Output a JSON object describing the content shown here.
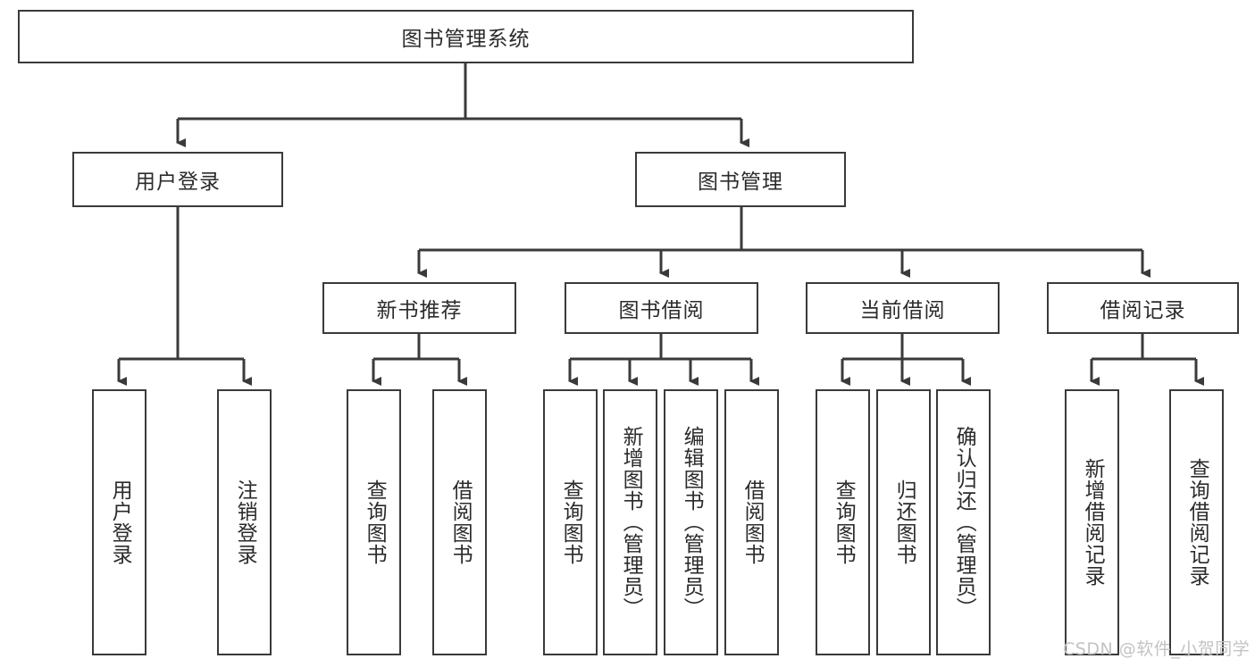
{
  "diagram": {
    "type": "tree-hierarchy-flowchart",
    "root": {
      "id": "root",
      "label": "图书管理系统"
    },
    "level2": [
      {
        "id": "user-login",
        "label": "用户登录"
      },
      {
        "id": "book-manage",
        "label": "图书管理"
      }
    ],
    "level3": [
      {
        "id": "new-book-rec",
        "label": "新书推荐"
      },
      {
        "id": "book-borrow",
        "label": "图书借阅"
      },
      {
        "id": "current-borrow",
        "label": "当前借阅"
      },
      {
        "id": "borrow-record",
        "label": "借阅记录"
      }
    ],
    "leaves": [
      {
        "id": "leaf-user-login",
        "label": "用户登录",
        "parent": "user-login"
      },
      {
        "id": "leaf-user-logout",
        "label": "注销登录",
        "parent": "user-login"
      },
      {
        "id": "leaf-query-book-1",
        "label": "查询图书",
        "parent": "new-book-rec"
      },
      {
        "id": "leaf-borrow-book-1",
        "label": "借阅图书",
        "parent": "new-book-rec"
      },
      {
        "id": "leaf-query-book-2",
        "label": "查询图书",
        "parent": "book-borrow"
      },
      {
        "id": "leaf-add-book",
        "label": "新增图书（管理员）",
        "parent": "book-borrow"
      },
      {
        "id": "leaf-edit-book",
        "label": "编辑图书（管理员）",
        "parent": "book-borrow"
      },
      {
        "id": "leaf-borrow-book-2",
        "label": "借阅图书",
        "parent": "book-borrow"
      },
      {
        "id": "leaf-query-book-3",
        "label": "查询图书",
        "parent": "current-borrow"
      },
      {
        "id": "leaf-return-book",
        "label": "归还图书",
        "parent": "current-borrow"
      },
      {
        "id": "leaf-confirm-return",
        "label": "确认归还（管理员）",
        "parent": "current-borrow"
      },
      {
        "id": "leaf-add-record",
        "label": "新增借阅记录",
        "parent": "borrow-record"
      },
      {
        "id": "leaf-query-record",
        "label": "查询借阅记录",
        "parent": "borrow-record"
      }
    ]
  },
  "watermark": {
    "text": "CSDN @软件_小贺同学"
  },
  "colors": {
    "border": "#3a3a3a",
    "text": "#2b2b2b",
    "background": "#ffffff",
    "watermark": "#c3c3c3"
  }
}
